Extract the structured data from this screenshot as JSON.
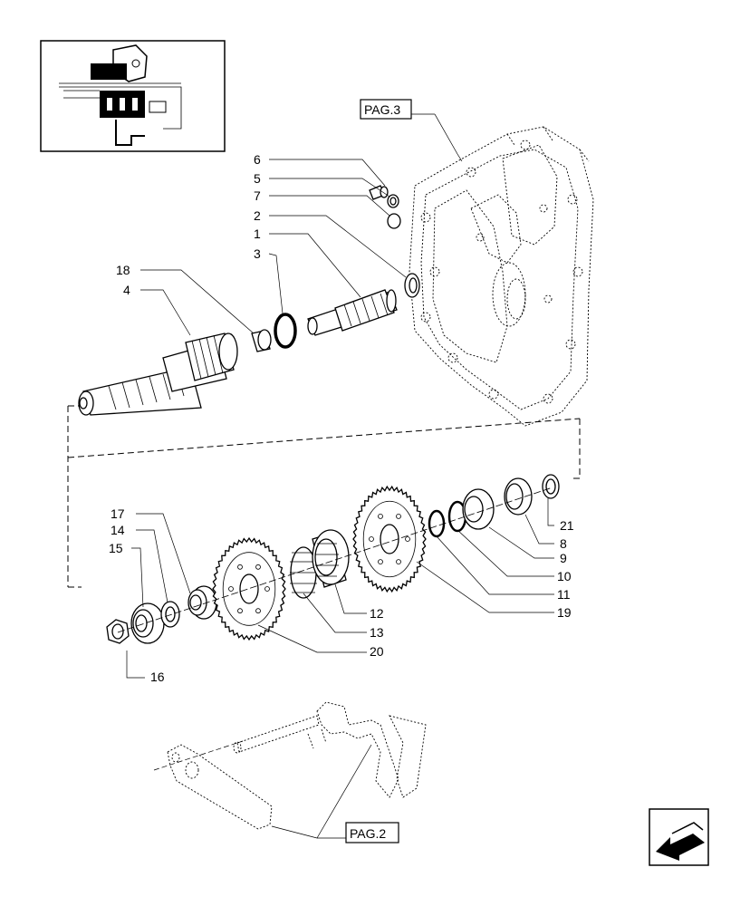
{
  "callouts": [
    {
      "id": "6",
      "label": "6"
    },
    {
      "id": "5",
      "label": "5"
    },
    {
      "id": "7",
      "label": "7"
    },
    {
      "id": "2",
      "label": "2"
    },
    {
      "id": "1",
      "label": "1"
    },
    {
      "id": "3",
      "label": "3"
    },
    {
      "id": "18",
      "label": "18"
    },
    {
      "id": "4",
      "label": "4"
    },
    {
      "id": "17",
      "label": "17"
    },
    {
      "id": "14",
      "label": "14"
    },
    {
      "id": "15",
      "label": "15"
    },
    {
      "id": "16",
      "label": "16"
    },
    {
      "id": "20",
      "label": "20"
    },
    {
      "id": "12",
      "label": "12"
    },
    {
      "id": "13",
      "label": "13"
    },
    {
      "id": "19",
      "label": "19"
    },
    {
      "id": "11",
      "label": "11"
    },
    {
      "id": "10",
      "label": "10"
    },
    {
      "id": "9",
      "label": "9"
    },
    {
      "id": "8",
      "label": "8"
    },
    {
      "id": "21",
      "label": "21"
    }
  ],
  "page_refs": {
    "pag3": "PAG.3",
    "pag2": "PAG.2"
  },
  "icons": {
    "thumbnail": "assembly-location-thumbnail-icon",
    "navigation": "back-arrow-icon"
  }
}
